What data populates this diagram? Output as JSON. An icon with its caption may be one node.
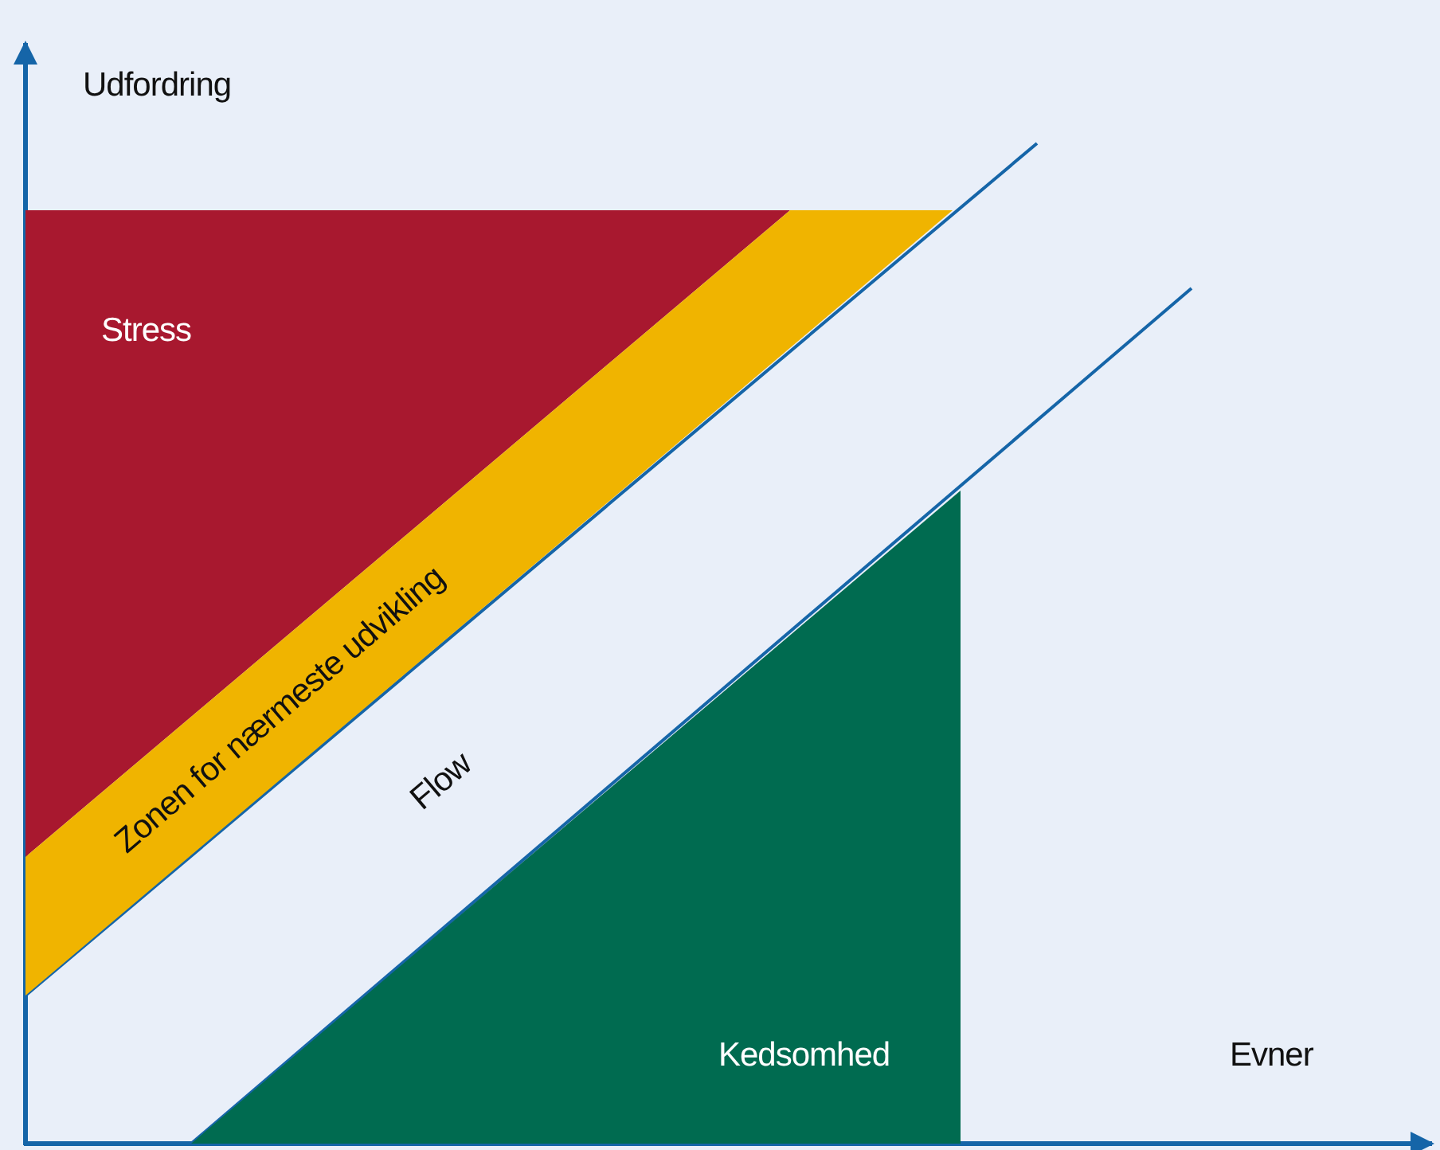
{
  "diagram": {
    "nodes": [
      {
        "text": [
          "Stress"
        ]
      },
      {
        "text": [
          "Zonen for nærmeste udvikling"
        ]
      },
      {
        "text": [
          "Flow"
        ]
      },
      {
        "text": [
          "Kedsomhed"
        ]
      }
    ],
    "labels": [
      "Udfordring",
      "Evner"
    ]
  }
}
